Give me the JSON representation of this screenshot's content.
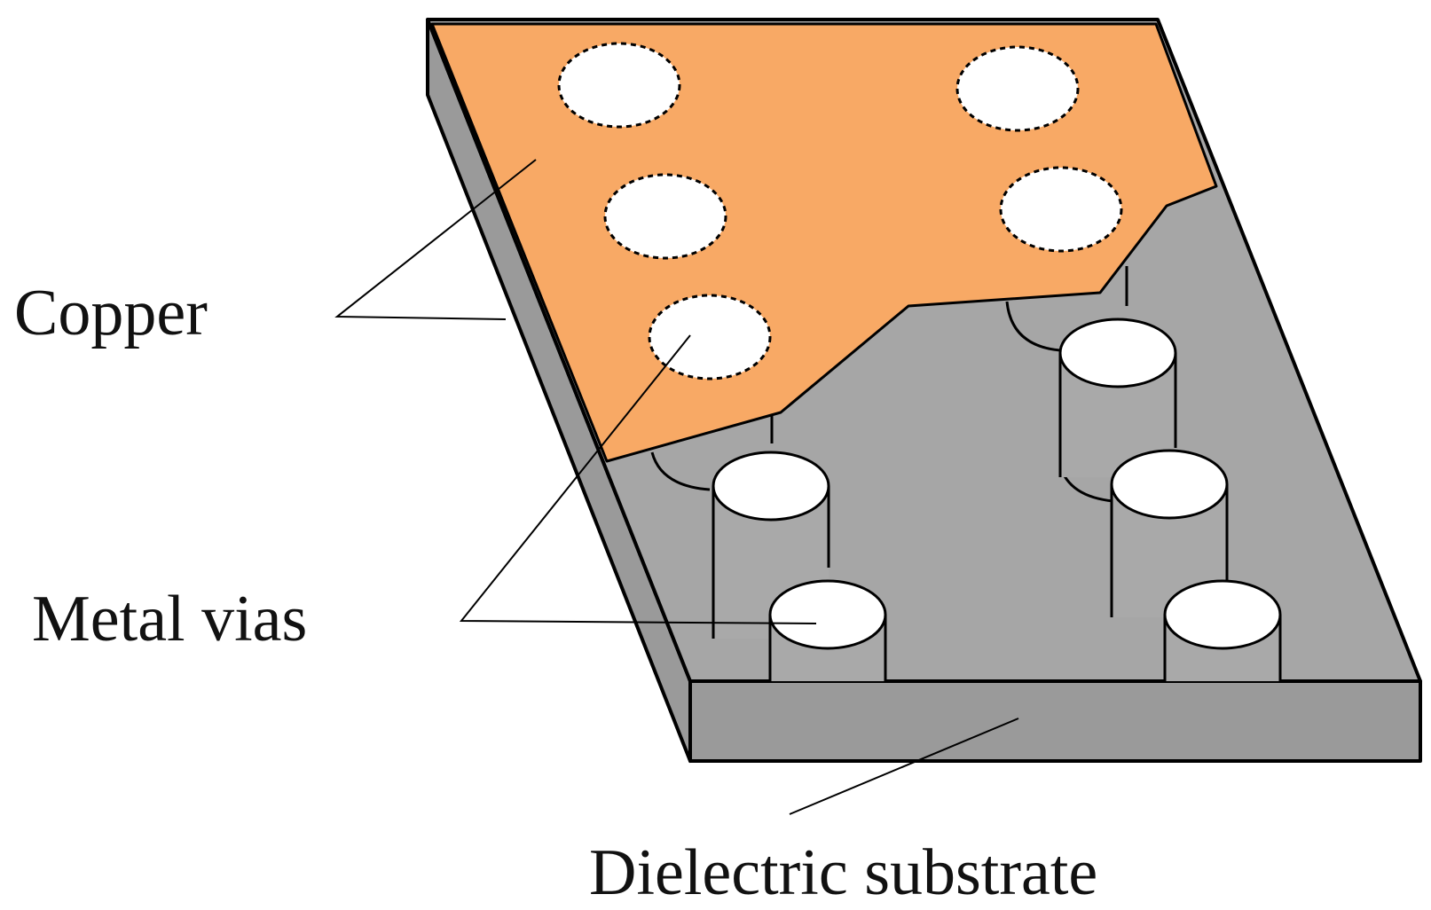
{
  "labels": {
    "copper": "Copper",
    "vias": "Metal vias",
    "substrate": "Dielectric substrate"
  },
  "colors": {
    "copper": "#F8A965",
    "substrate_top": "#A6A6A6",
    "substrate_side": "#999999",
    "via": "#FFFFFF",
    "outline": "#000000"
  }
}
